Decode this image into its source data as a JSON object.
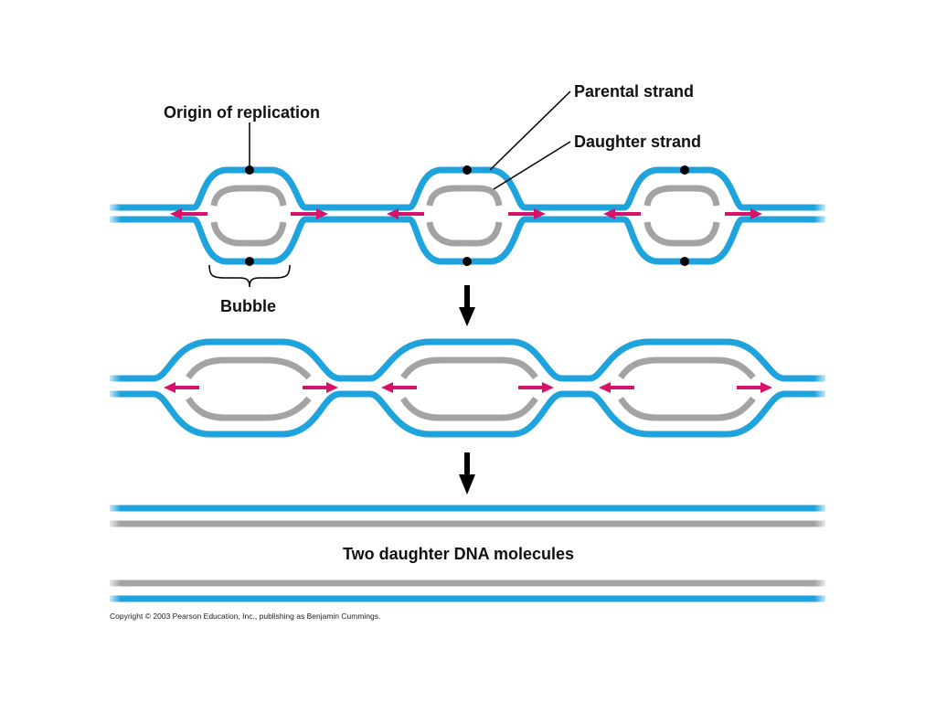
{
  "labels": {
    "origin": "Origin of replication",
    "parental": "Parental strand",
    "daughter": "Daughter strand",
    "bubble": "Bubble",
    "result": "Two daughter DNA molecules"
  },
  "copyright": "Copyright © 2003 Pearson Education, Inc., publishing as Benjamin Cummings.",
  "colors": {
    "parental": "#1fa3dd",
    "daughter": "#a3a3a3",
    "arrow": "#d6126b",
    "ink": "#000000"
  }
}
